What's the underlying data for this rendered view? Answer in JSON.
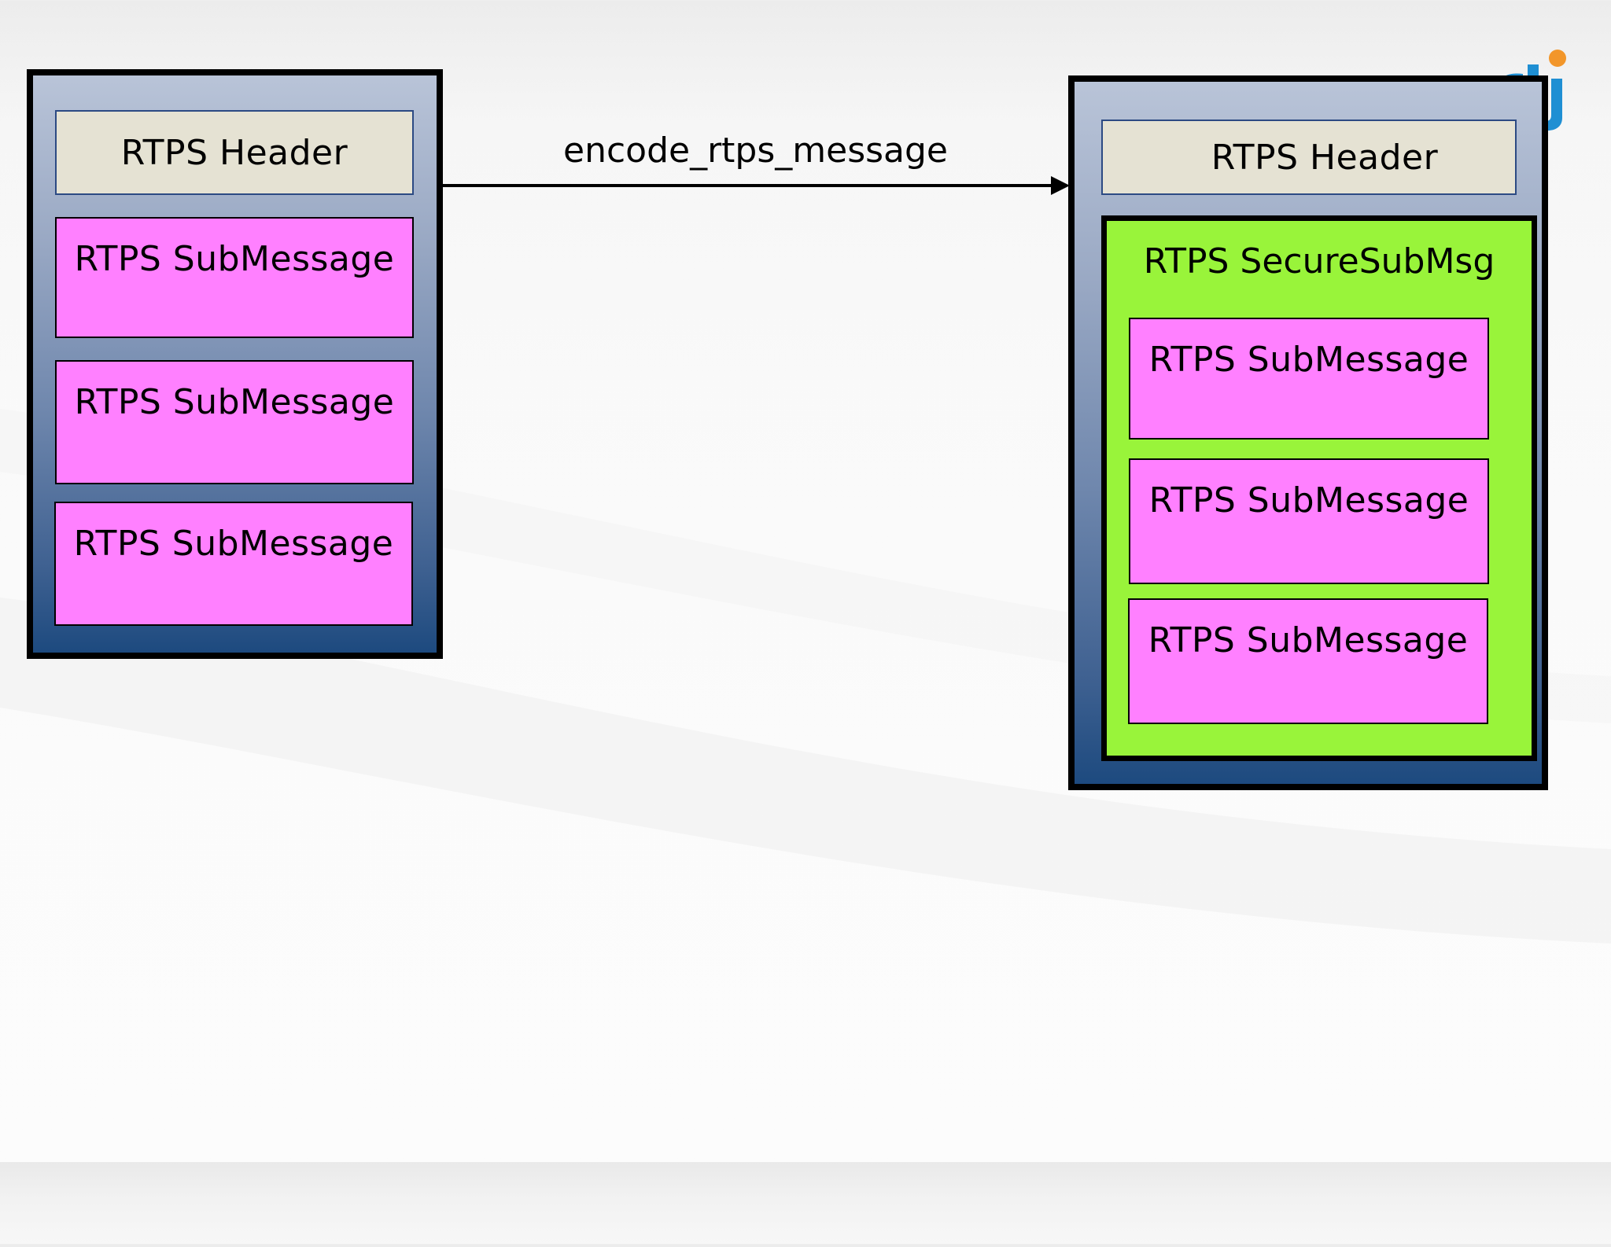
{
  "diagram": {
    "source": {
      "header": "RTPS Header",
      "submessages": [
        "RTPS SubMessage",
        "RTPS SubMessage",
        "RTPS SubMessage"
      ]
    },
    "arrow": {
      "label": "encode_rtps_message"
    },
    "target": {
      "header": "RTPS Header",
      "secure_label": "RTPS SecureSubMsg",
      "submessages": [
        "RTPS SubMessage",
        "RTPS SubMessage",
        "RTPS SubMessage"
      ]
    }
  },
  "colors": {
    "header_fill": "#e5e2d3",
    "submessage_fill": "#ff80ff",
    "secure_fill": "#99f43a",
    "container_top": "#b9c4d8",
    "container_bottom": "#1d4a7f",
    "logo_blue": "#1f8fd3",
    "logo_orange": "#f2962a"
  },
  "icons": {
    "logo": "rti-logo-icon"
  }
}
